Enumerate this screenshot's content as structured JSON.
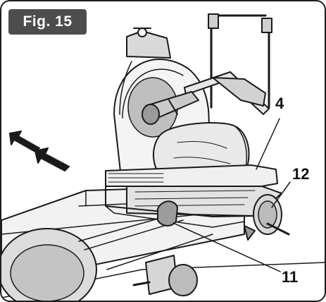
{
  "figure": {
    "label": "Fig. 15",
    "callouts": [
      {
        "id": "4",
        "text": "4"
      },
      {
        "id": "12",
        "text": "12"
      },
      {
        "id": "11",
        "text": "11"
      }
    ],
    "direction_arrows": 2
  },
  "colors": {
    "badge": "#4d4d4d",
    "line": "#1a1a1a",
    "fill_light": "#f2f2f2",
    "fill_mid": "#cfcfcf",
    "fill_dark": "#8e8e8e"
  }
}
